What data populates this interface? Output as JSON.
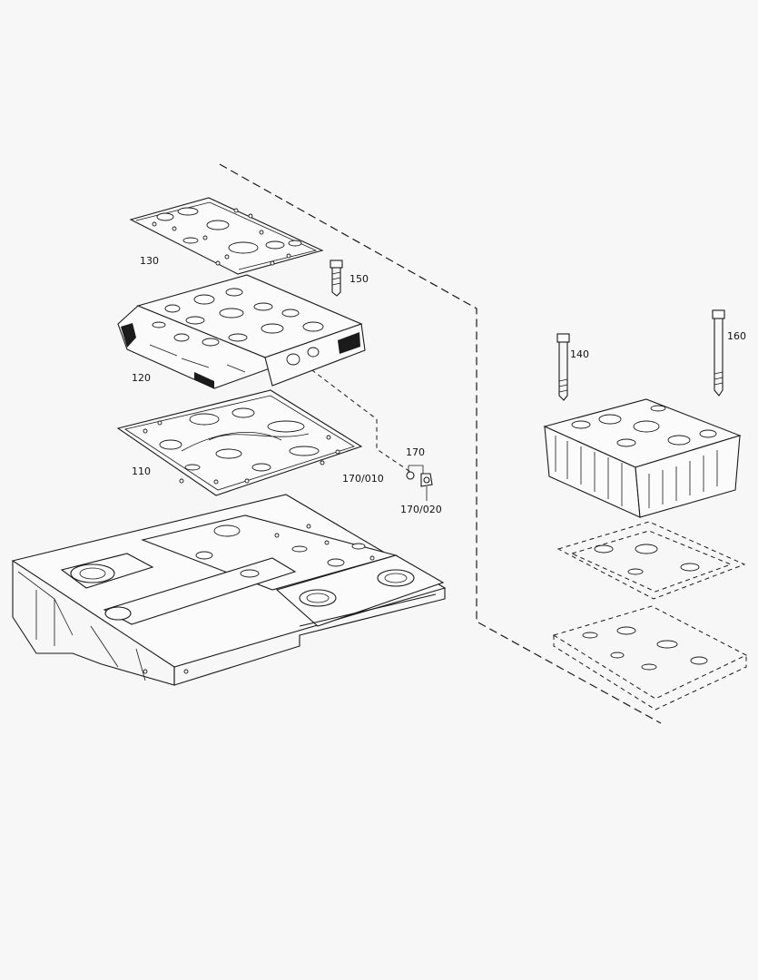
{
  "diagram": {
    "callouts": {
      "c110": "110",
      "c120": "120",
      "c130": "130",
      "c140": "140",
      "c150": "150",
      "c160": "160",
      "c170": "170",
      "c170_010": "170/010",
      "c170_020": "170/020"
    }
  }
}
